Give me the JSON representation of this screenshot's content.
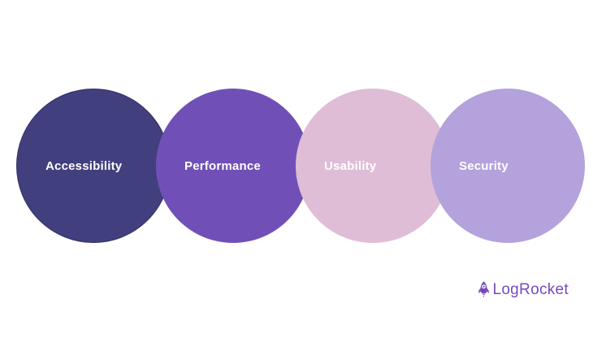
{
  "page": {
    "background": "#ffffff"
  },
  "diagram": {
    "type": "overlapping-circles",
    "circles": [
      {
        "label": "Accessibility",
        "color": "#413F7D",
        "stroke": "#312F66",
        "text_color": "#ffffff"
      },
      {
        "label": "Performance",
        "color": "#7050B7",
        "text_color": "#ffffff"
      },
      {
        "label": "Usability",
        "color": "#DFBDD6",
        "text_color": "#ffffff"
      },
      {
        "label": "Security",
        "color": "#B3A2DC",
        "text_color": "#ffffff"
      }
    ]
  },
  "branding": {
    "logo_text": "LogRocket",
    "logo_color": "#764ABC",
    "icon": "rocket-icon"
  }
}
